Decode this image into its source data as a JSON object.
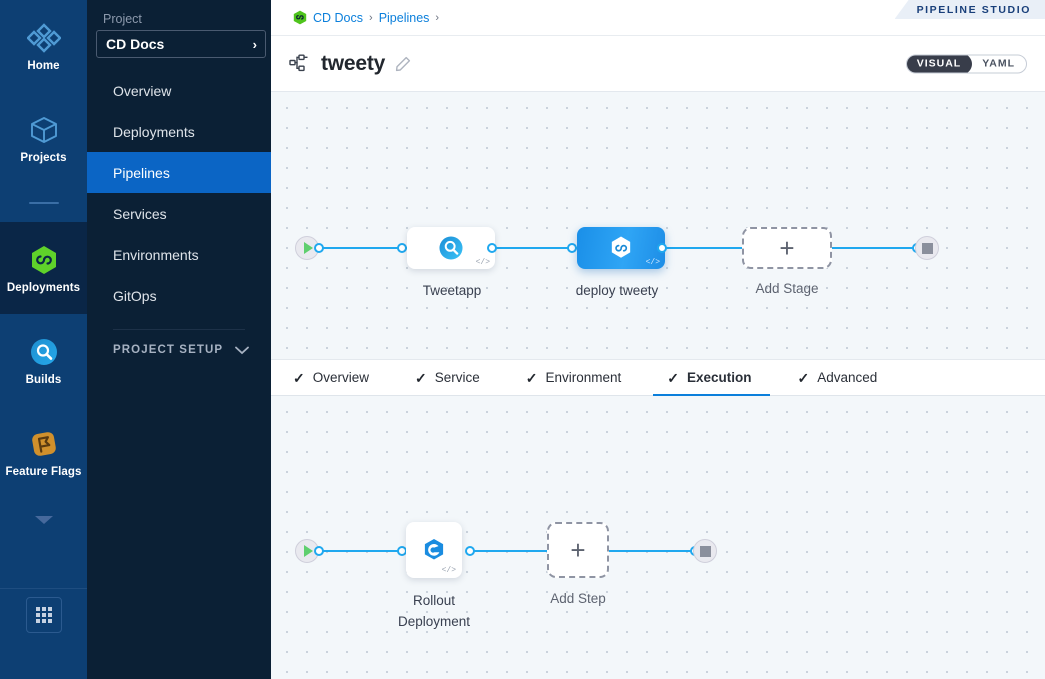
{
  "rail": {
    "items": [
      {
        "label": "Home",
        "icon": "home-diamond-icon",
        "active": false
      },
      {
        "label": "Projects",
        "icon": "cube-icon",
        "active": false
      },
      {
        "label": "Deployments",
        "icon": "deployments-hexagon-icon",
        "active": true
      },
      {
        "label": "Builds",
        "icon": "builds-magnifier-icon",
        "active": false
      },
      {
        "label": "Feature Flags",
        "icon": "feature-flag-icon",
        "active": false
      }
    ],
    "more_icon": "chevron-down-icon",
    "grid_icon": "app-grid-icon"
  },
  "projnav": {
    "section_label": "Project",
    "project_name": "CD Docs",
    "project_chevron": "›",
    "items": [
      {
        "label": "Overview",
        "active": false
      },
      {
        "label": "Deployments",
        "active": false
      },
      {
        "label": "Pipelines",
        "active": true
      },
      {
        "label": "Services",
        "active": false
      },
      {
        "label": "Environments",
        "active": false
      },
      {
        "label": "GitOps",
        "active": false
      }
    ],
    "setup_label": "PROJECT SETUP",
    "setup_chevron": "⌄"
  },
  "header": {
    "breadcrumb": [
      {
        "label": "CD Docs",
        "sep": "›"
      },
      {
        "label": "Pipelines",
        "sep": "›"
      }
    ],
    "studio_tag": "PIPELINE STUDIO",
    "pipeline_title": "tweety",
    "edit_tooltip": "Edit",
    "view_toggle": {
      "visual": "VISUAL",
      "yaml": "YAML",
      "selected": "VISUAL"
    }
  },
  "stage_canvas": {
    "start_node": "start-node",
    "end_node": "end-node",
    "stages": [
      {
        "name": "Tweetapp",
        "type": "ci",
        "selected": false,
        "code_mark": "</>"
      },
      {
        "name": "deploy tweety",
        "type": "cd",
        "selected": true,
        "code_mark": "</>"
      }
    ],
    "add_stage_label": "Add Stage",
    "add_glyph": "+"
  },
  "stage_tabs": [
    {
      "label": "Overview",
      "check": "✓",
      "active": false
    },
    {
      "label": "Service",
      "check": "✓",
      "active": false
    },
    {
      "label": "Environment",
      "check": "✓",
      "active": false
    },
    {
      "label": "Execution",
      "check": "✓",
      "active": true
    },
    {
      "label": "Advanced",
      "check": "✓",
      "active": false
    }
  ],
  "step_canvas": {
    "start_node": "start-node",
    "end_node": "end-node",
    "steps": [
      {
        "name_line1": "Rollout",
        "name_line2": "Deployment",
        "type": "kubernetes",
        "code_mark": "</>"
      }
    ],
    "add_step_label": "Add Step",
    "add_glyph": "+"
  },
  "colors": {
    "accent_blue": "#0b7fdb",
    "edge_blue": "#1fa8ef",
    "nav_active": "#0b65c5",
    "rail_bg": "#0d3f73",
    "projnav_bg": "#0b2035",
    "canvas_bg": "#f3f7fa",
    "selected_node": "#2196f3",
    "start_green": "#5fcf6e",
    "feature_flag_orange": "#d08a2c"
  }
}
